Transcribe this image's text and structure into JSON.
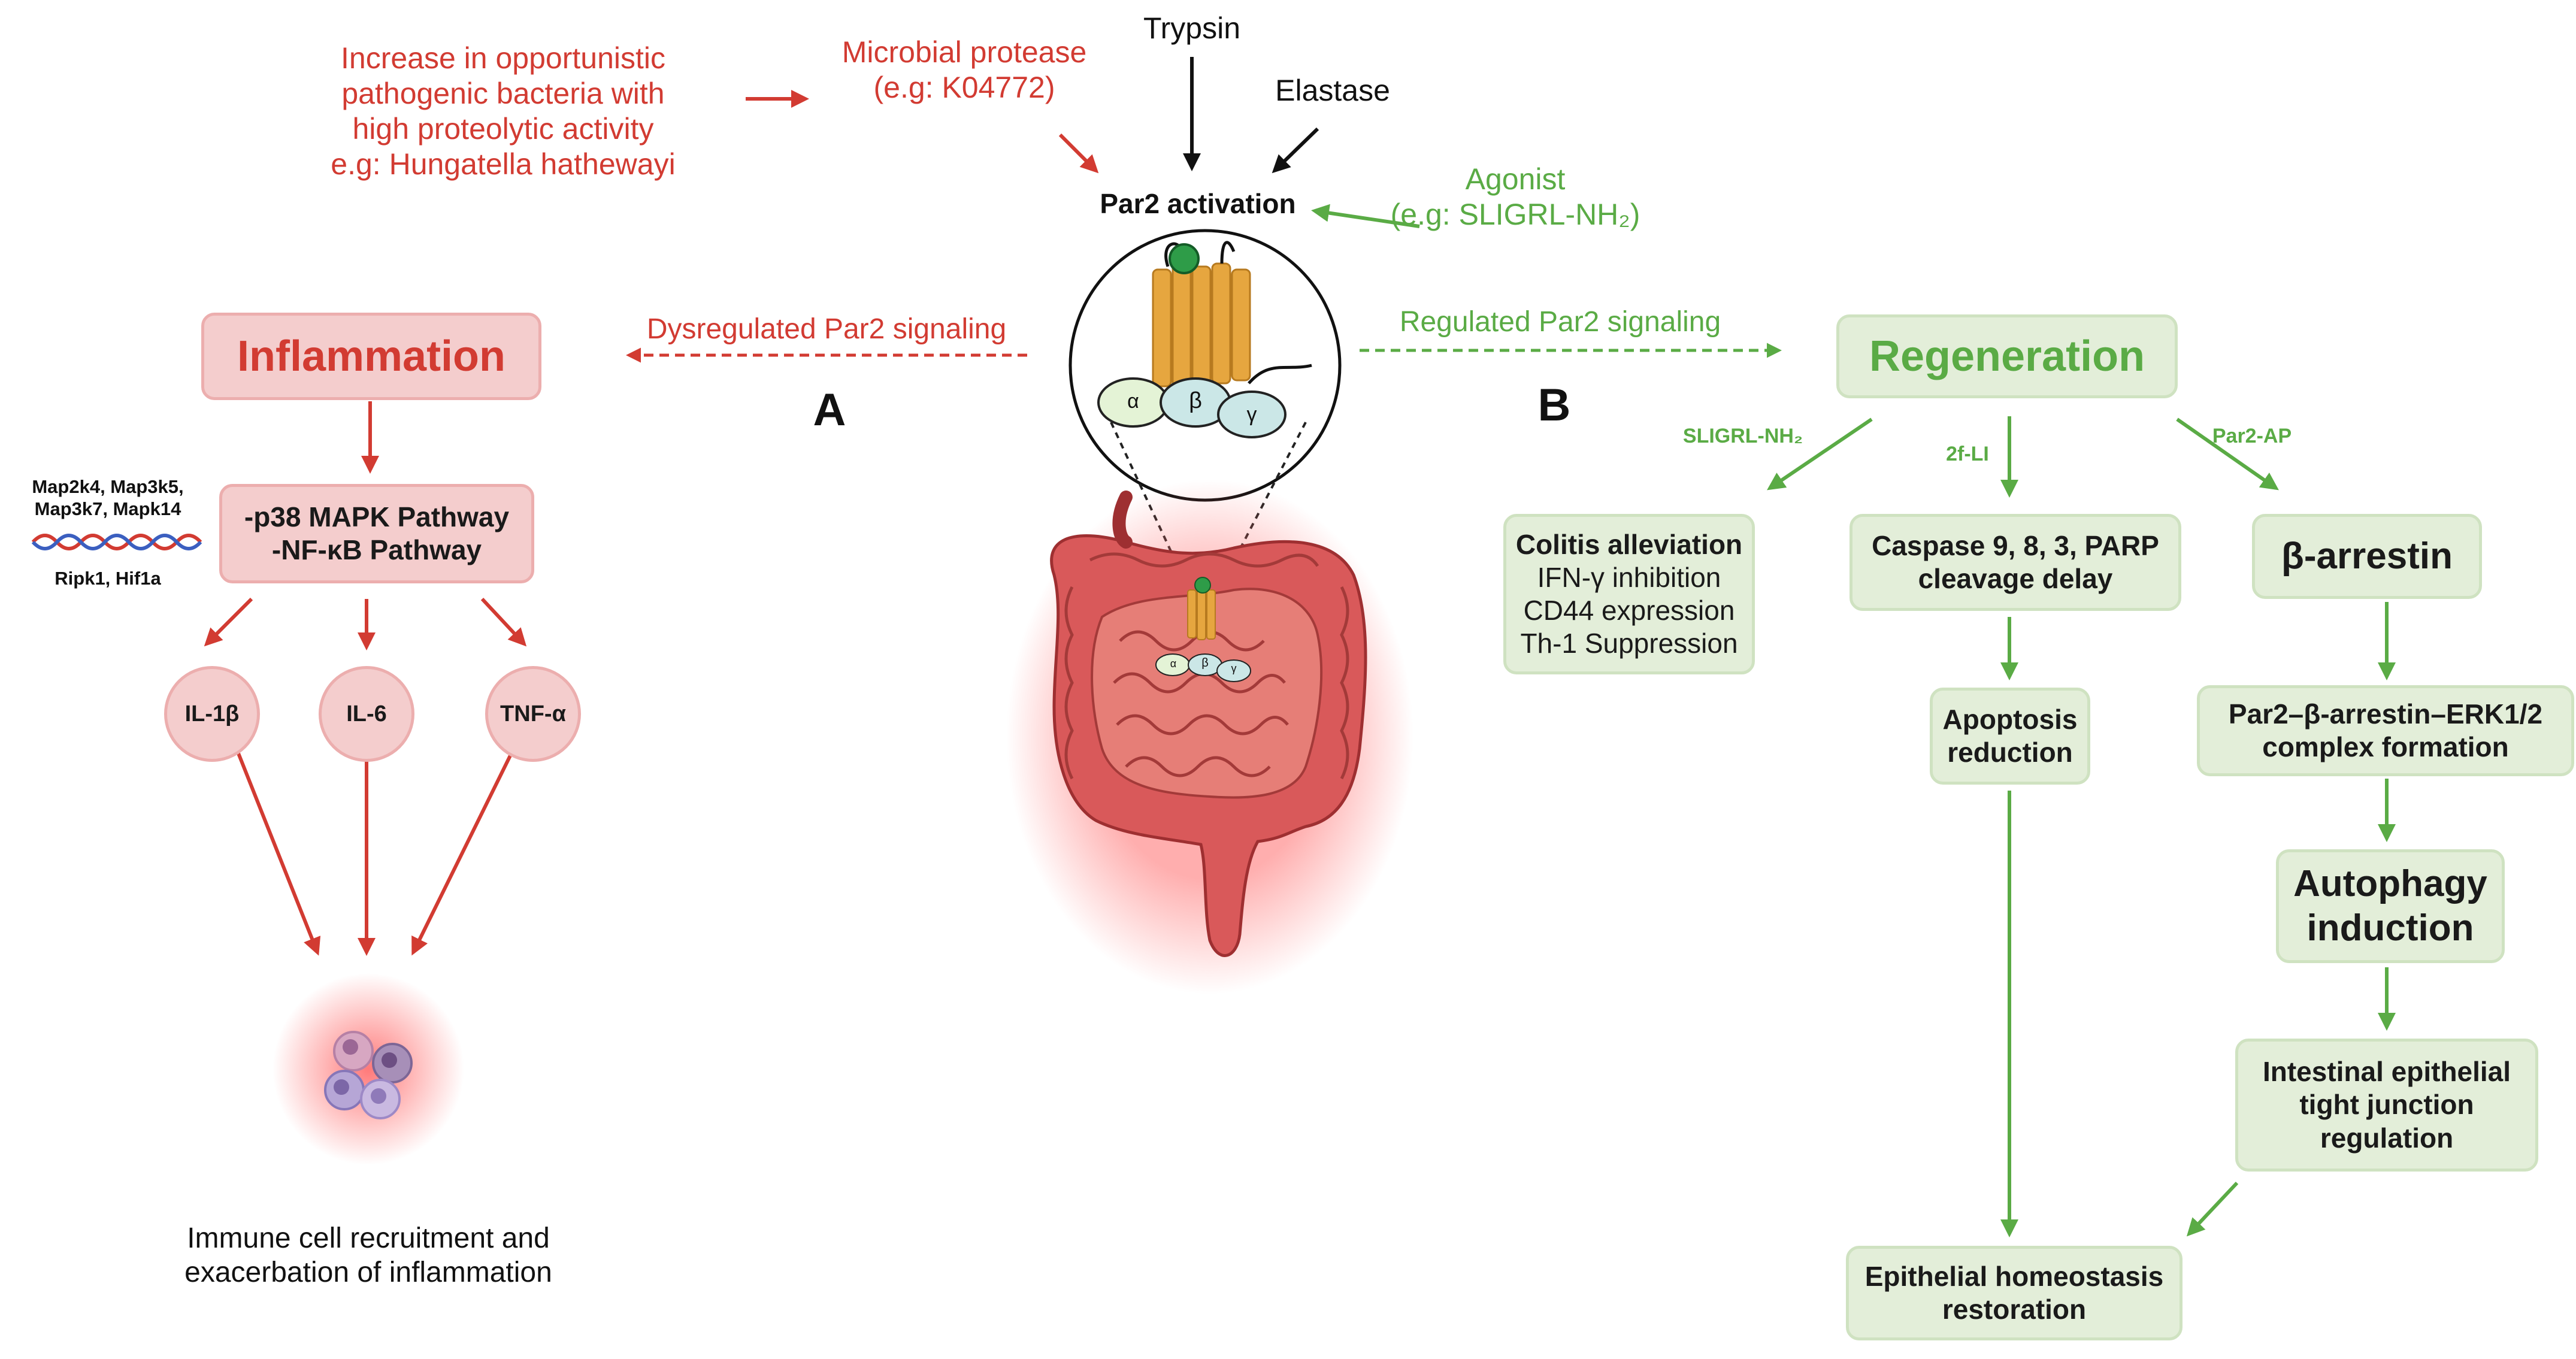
{
  "top": {
    "bacteria_lines": [
      "Increase in opportunistic",
      "pathogenic bacteria with",
      "high proteolytic activity",
      "e.g: Hungatella hathewayi"
    ],
    "protease_lines": [
      "Microbial protease",
      "(e.g: K04772)"
    ],
    "trypsin": "Trypsin",
    "elastase": "Elastase",
    "par2_activation": "Par2 activation",
    "agonist_lines": [
      "Agonist",
      "(e.g: SLIGRL-NH₂)"
    ]
  },
  "receptor": {
    "alpha": "α",
    "beta": "β",
    "gamma": "γ"
  },
  "panel_a": {
    "letter": "A",
    "signal_label": "Dysregulated Par2 signaling",
    "inflammation": "Inflammation",
    "genes_top": [
      "Map2k4, Map3k5,",
      "Map3k7, Mapk14"
    ],
    "genes_bottom": "Ripk1, Hif1a",
    "pathway_lines": [
      "-p38 MAPK Pathway",
      "-NF-κB Pathway"
    ],
    "cytokines": [
      "IL-1β",
      "IL-6",
      "TNF-α"
    ],
    "outcome_lines": [
      "Immune cell recruitment and",
      "exacerbation of inflammation"
    ]
  },
  "panel_b": {
    "letter": "B",
    "signal_label": "Regulated Par2 signaling",
    "regeneration": "Regeneration",
    "branch_labels": [
      "SLIGRL-NH₂",
      "2f-LI",
      "Par2-AP"
    ],
    "colitis": {
      "title": "Colitis alleviation",
      "items": [
        "IFN-γ inhibition",
        "CD44 expression",
        "Th-1 Suppression"
      ]
    },
    "caspase_lines": [
      "Caspase 9, 8, 3, PARP",
      "cleavage delay"
    ],
    "apoptosis_lines": [
      "Apoptosis",
      "reduction"
    ],
    "arrestin": "β-arrestin",
    "complex_lines": [
      "Par2–β-arrestin–ERK1/2",
      "complex formation"
    ],
    "autophagy_lines": [
      "Autophagy",
      "induction"
    ],
    "tight_lines": [
      "Intestinal epithelial",
      "tight junction",
      "regulation"
    ],
    "homeostasis_lines": [
      "Epithelial homeostasis",
      "restoration"
    ]
  },
  "colors": {
    "red": "#d23b32",
    "green": "#5aab45",
    "black": "#111111",
    "receptor": "#e6a63f"
  }
}
